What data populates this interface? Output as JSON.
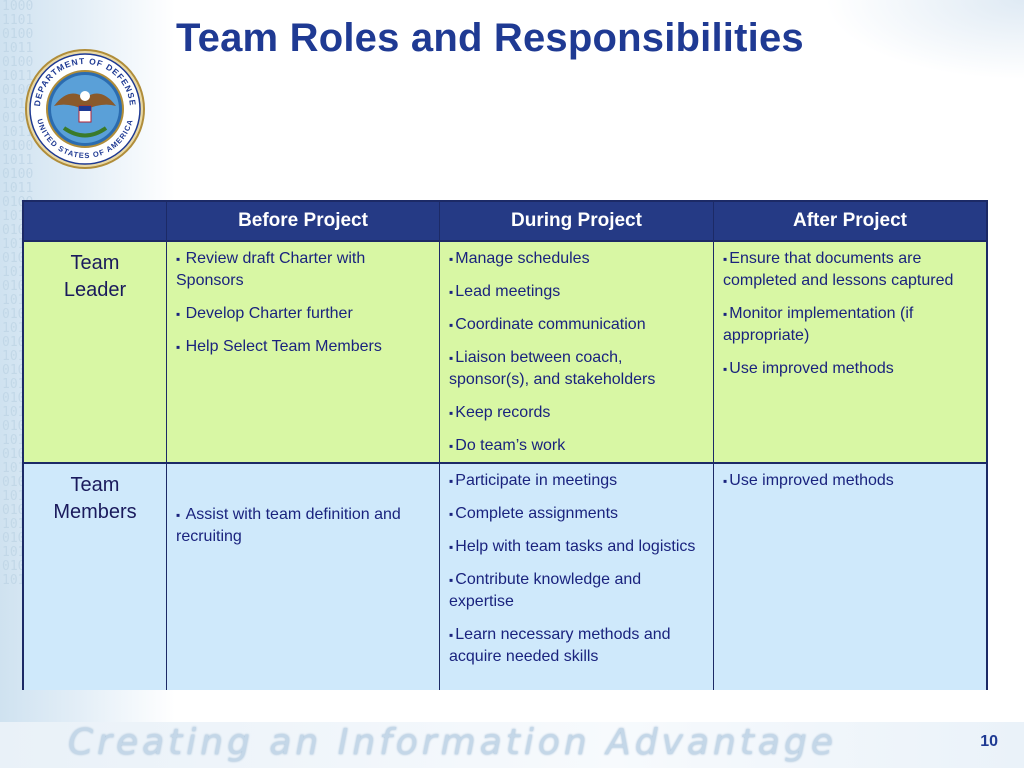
{
  "title": "Team Roles and Responsibilities",
  "seal": {
    "icon": "department-of-defense-seal",
    "text_top": "DEPARTMENT OF DEFENSE",
    "text_bottom": "UNITED STATES OF AMERICA"
  },
  "table": {
    "headers": [
      "",
      "Before Project",
      "During Project",
      "After Project"
    ],
    "rows": [
      {
        "role_lines": [
          "Team",
          "Leader"
        ],
        "before": [
          "Review draft Charter with Sponsors",
          "Develop Charter further",
          "Help Select Team Members"
        ],
        "during": [
          "Manage schedules",
          "Lead meetings",
          "Coordinate communication",
          "Liaison between coach, sponsor(s), and stakeholders",
          "Keep records",
          "Do team’s work"
        ],
        "after": [
          "Ensure that documents are completed and lessons captured",
          "Monitor implementation (if appropriate)",
          "Use improved methods"
        ]
      },
      {
        "role_lines": [
          "Team",
          "Members"
        ],
        "before": [
          "Assist with team definition and recruiting"
        ],
        "during": [
          "Participate in meetings",
          "Complete assignments",
          "Help with team tasks and logistics",
          "Contribute knowledge and expertise",
          "Learn necessary methods and acquire needed skills"
        ],
        "after": [
          "Use improved methods"
        ]
      }
    ]
  },
  "footer": {
    "tagline": "Creating an Information Advantage",
    "page_number": "10"
  },
  "colors": {
    "title": "#1f3a93",
    "header_bg": "#253a85",
    "leader_row_bg": "#d8f7a4",
    "members_row_bg": "#cfe9fb"
  }
}
